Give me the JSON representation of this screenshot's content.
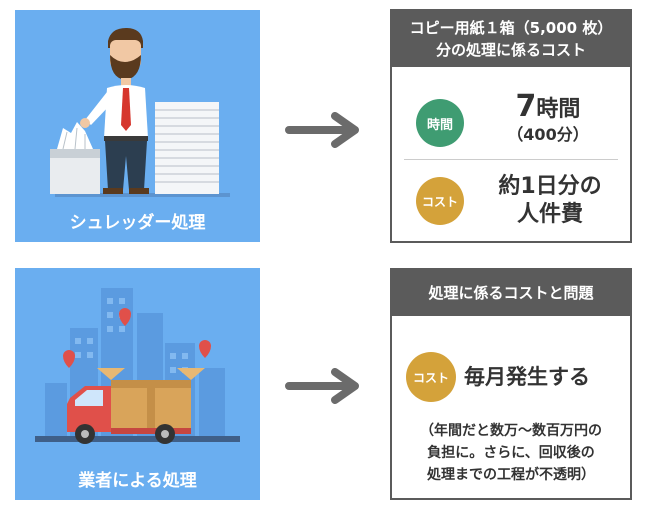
{
  "colors": {
    "panel_blue": "#6aaef0",
    "header_gray": "#5b5b5b",
    "time_green": "#3f9c72",
    "cost_gold": "#d4a23a",
    "arrow_gray": "#6b6b6b"
  },
  "left_panels": [
    {
      "caption": "シュレッダー処理"
    },
    {
      "caption": "業者による処理"
    }
  ],
  "card1": {
    "header_line1": "コピー用紙１箱（5,000 枚）",
    "header_line2": "分の処理に係るコスト",
    "time_badge": "時間",
    "time_value_num": "7",
    "time_value_unit": "時間",
    "time_value_sub": "（400分）",
    "cost_badge": "コスト",
    "cost_line1": "約1日分の",
    "cost_line2": "人件費"
  },
  "card2": {
    "header": "処理に係るコストと問題",
    "cost_badge": "コスト",
    "cost_text": "毎月発生する",
    "note_line1": "（年間だと数万～数百万円の",
    "note_line2": "負担に。さらに、回収後の",
    "note_line3": "処理までの工程が不透明）"
  }
}
